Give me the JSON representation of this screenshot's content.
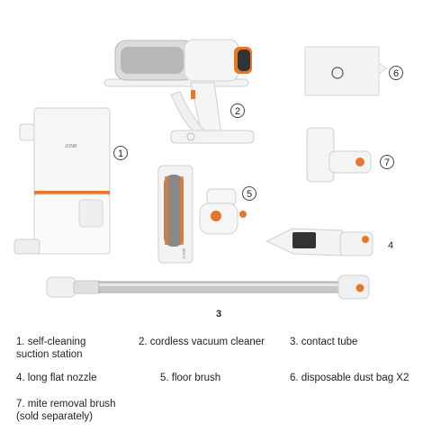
{
  "colors": {
    "accent": "#e8772e",
    "body": "#f3f3f3",
    "outline": "#d0d0d0",
    "tube": "#bdbdbd",
    "dark": "#333333"
  },
  "callouts": {
    "c1": "1",
    "c2": "2",
    "c3": "3",
    "c4": "4",
    "c5": "5",
    "c6": "6",
    "c7": "7"
  },
  "brand": {
    "station": "JONR",
    "brush": "JONR"
  },
  "legend": {
    "item1": "1. self-cleaning\nsuction station",
    "item2": "2. cordless vacuum cleaner",
    "item3": "3. contact tube",
    "item4": "4. long flat nozzle",
    "item5": "5. floor brush",
    "item6": "6. disposable dust bag X2",
    "item7": "7. mite removal brush\n(sold separately)"
  }
}
